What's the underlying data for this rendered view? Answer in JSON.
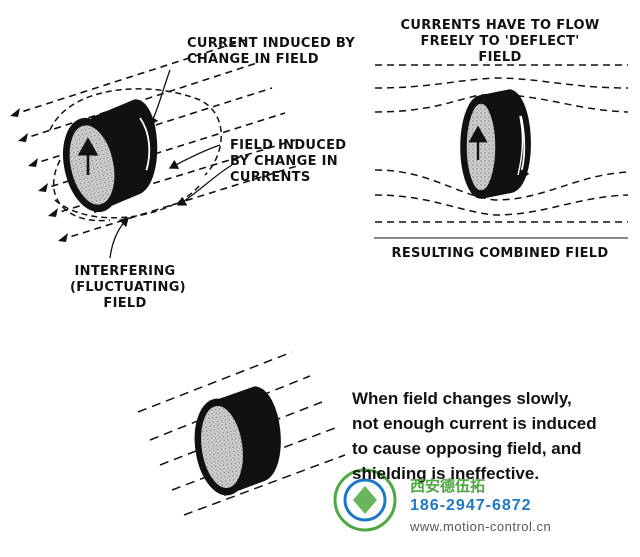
{
  "labels": {
    "current_induced": "CURRENT INDUCED BY\nCHANGE IN FIELD",
    "field_induced": "FIELD INDUCED\nBY CHANGE IN\nCURRENTS",
    "interfering": "INTERFERING\n(FLUCTUATING)\nFIELD",
    "currents_flow": "CURRENTS HAVE TO FLOW\nFREELY TO 'DEFLECT' FIELD",
    "resulting": "RESULTING COMBINED FIELD"
  },
  "caption": "When field changes slowly,\nnot enough current is induced\nto cause opposing field, and\nshielding is ineffective.",
  "watermark": {
    "cn": "西安德伍拓",
    "phone": "186-2947-6872",
    "url": "www.motion-control.cn"
  },
  "colors": {
    "ink": "#111111",
    "watermark_green": "#4da83f",
    "watermark_blue": "#1e78c8"
  }
}
